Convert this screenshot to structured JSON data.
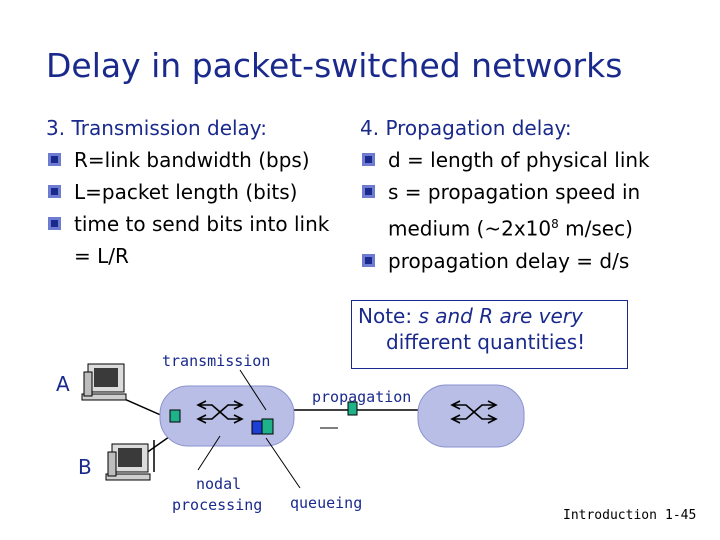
{
  "title": "Delay in packet-switched networks",
  "left_column": {
    "heading": "3. Transmission delay:",
    "bullets": [
      "R=link bandwidth (bps)",
      "L=packet length (bits)",
      "time to send bits into link = L/R"
    ]
  },
  "right_column": {
    "heading": "4. Propagation delay:",
    "bullets": [
      "d = length of physical link",
      "s = propagation speed in medium (~2x10",
      "propagation delay = d/s"
    ],
    "superscript": "8",
    "bullet2_suffix": " m/sec)"
  },
  "note": {
    "lead": "Note:",
    "line1_rest": " s and R are very",
    "line2": "different quantities!"
  },
  "diagram": {
    "host_a": "A",
    "host_b": "B",
    "label_transmission": "transmission",
    "label_propagation": "propagation",
    "label_nodal_1": "nodal",
    "label_nodal_2": "processing",
    "label_queueing": "queueing"
  },
  "footer": {
    "section": "Introduction",
    "page": "1-45"
  },
  "colors": {
    "text_blue": "#1a2a8c",
    "router": "#b9bee6",
    "packet_green": "#1fb28a",
    "packet_blue": "#1d3fd6"
  }
}
